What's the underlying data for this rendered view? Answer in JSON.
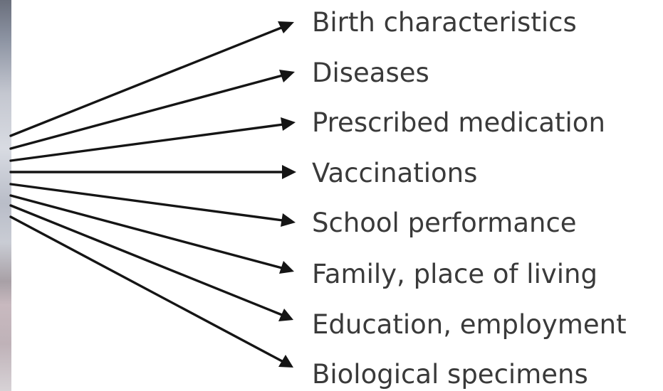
{
  "items": [
    "Birth characteristics",
    "Diseases",
    "Prescribed medication",
    "Vaccinations",
    "School performance",
    "Family, place of living",
    "Education, employment",
    "Biological specimens"
  ]
}
